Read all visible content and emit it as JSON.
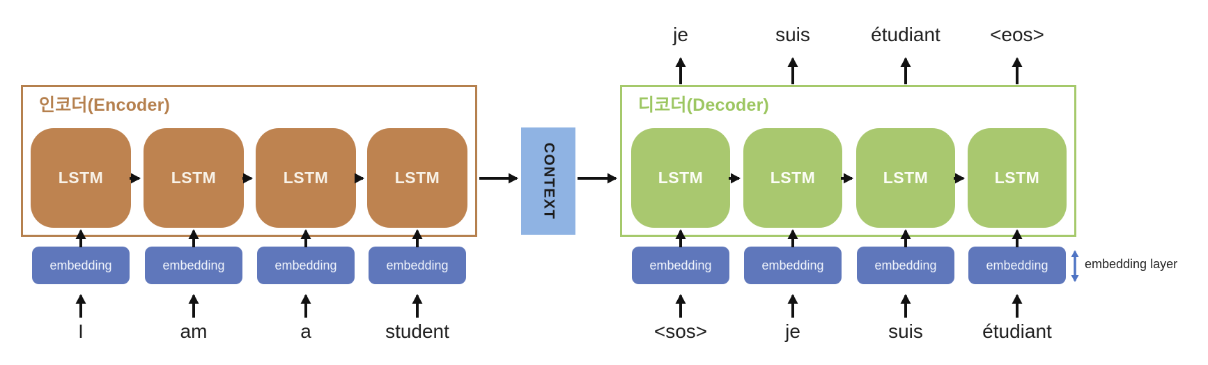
{
  "encoder": {
    "label": "인코더(Encoder)",
    "lstm_label": "LSTM",
    "inputs": [
      "I",
      "am",
      "a",
      "student"
    ]
  },
  "decoder": {
    "label": "디코더(Decoder)",
    "lstm_label": "LSTM",
    "inputs": [
      "<sos>",
      "je",
      "suis",
      "étudiant"
    ],
    "outputs": [
      "je",
      "suis",
      "étudiant",
      "<eos>"
    ]
  },
  "context": {
    "label": "CONTEXT"
  },
  "embedding": {
    "label": "embedding",
    "layer_annotation": "embedding layer"
  },
  "colors": {
    "encoder_fill": "#BE8350",
    "encoder_border": "#B5804E",
    "decoder_fill": "#A9C86F",
    "decoder_border": "#A5C96B",
    "embedding_fill": "#5F77BB",
    "context_fill": "#8FB3E3",
    "arrow": "#111111",
    "embedding_layer_arrow": "#4F74C4"
  }
}
